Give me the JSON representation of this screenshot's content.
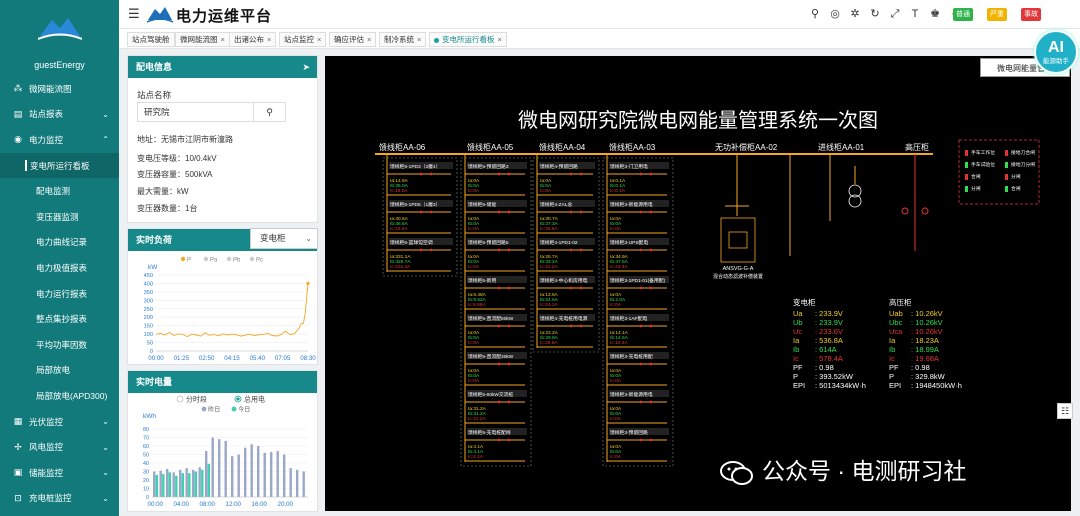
{
  "sidebar": {
    "user": "guestEnergy",
    "items": [
      {
        "label": "微网能流图",
        "icon": "network-icon",
        "expand": false
      },
      {
        "label": "站点报表",
        "icon": "report-icon",
        "expand": true
      },
      {
        "label": "电力监控",
        "icon": "power-monitor-icon",
        "expand": true
      }
    ],
    "sub_items": [
      "变电所运行看板",
      "配电监测",
      "变压器监测",
      "电力曲线记录",
      "电力极值报表",
      "电力运行报表",
      "整点集抄报表",
      "平均功率因数",
      "局部放电",
      "局部放电(APD300)"
    ],
    "bottom_items": [
      {
        "label": "光伏监控",
        "icon": "solar-icon"
      },
      {
        "label": "风电监控",
        "icon": "wind-icon"
      },
      {
        "label": "储能监控",
        "icon": "battery-icon"
      },
      {
        "label": "充电桩监控",
        "icon": "charger-icon"
      }
    ]
  },
  "header": {
    "title": "电力运维平台",
    "icons": [
      "search-icon",
      "target-icon",
      "settings-icon",
      "refresh-icon",
      "fullscreen-icon",
      "font-size-icon",
      "skin-icon",
      "user-icon"
    ],
    "status_chips": [
      {
        "label": "普通",
        "color": "#2fb24a"
      },
      {
        "label": "严重",
        "color": "#f2b300"
      },
      {
        "label": "事故",
        "color": "#e0383a"
      }
    ]
  },
  "tabs": [
    {
      "label": "站点驾驶舱",
      "closable": false
    },
    {
      "label": "微网能流图",
      "closable": true
    },
    {
      "label": "出诸公布",
      "closable": true
    },
    {
      "label": "站点监控",
      "closable": true
    },
    {
      "label": "确应评估",
      "closable": true
    },
    {
      "label": "制冷系统",
      "closable": true
    },
    {
      "label": "变电所运行看板",
      "closable": true,
      "active": true
    }
  ],
  "station_info": {
    "title": "配电信息",
    "name_label": "站点名称",
    "name_value": "研究院",
    "lines": [
      "地址：无锡市江阴市新潼路",
      "变电压等级：10/0.4kV",
      "变压器容量：500kVA",
      "最大需量：kW",
      "变压器数量：1台"
    ]
  },
  "load_panel": {
    "title": "实时负荷",
    "select_value": "变电柜",
    "legend": [
      "P",
      "Pa",
      "Pb",
      "Pc"
    ],
    "unit": "kW",
    "legend_colors": [
      "#f5a623",
      "#cccccc",
      "#cccccc",
      "#cccccc"
    ]
  },
  "energy_panel": {
    "title": "实时电量",
    "radio": [
      "分时段",
      "总用电"
    ],
    "legend": [
      "昨日",
      "今日"
    ],
    "unit": "kWh",
    "legend_colors": [
      "#9aa7c8",
      "#3fd0b0"
    ]
  },
  "chart_data": [
    {
      "type": "line",
      "title": "实时负荷",
      "ylabel": "kW",
      "x_ticks": [
        "00:00",
        "01:25",
        "02:50",
        "04:15",
        "05:40",
        "07:05",
        "08:30"
      ],
      "ylim": [
        0,
        450
      ],
      "y_ticks": [
        0,
        50,
        100,
        150,
        200,
        250,
        300,
        350,
        400,
        450
      ],
      "series": [
        {
          "name": "P",
          "color": "#f5a623",
          "x": [
            0,
            0.25,
            0.5,
            0.75,
            1,
            1.25,
            1.5,
            1.75,
            2,
            2.25,
            2.5,
            2.75,
            3,
            3.25,
            3.5,
            3.75,
            4,
            4.25,
            4.5,
            4.75,
            5,
            5.25,
            5.5,
            5.75,
            6,
            6.25,
            6.5,
            6.75,
            7,
            7.25,
            7.5,
            7.75,
            8,
            8.1,
            8.25,
            8.35,
            8.5
          ],
          "y": [
            98,
            104,
            95,
            110,
            92,
            102,
            98,
            85,
            100,
            95,
            88,
            108,
            93,
            97,
            90,
            102,
            95,
            100,
            96,
            88,
            94,
            100,
            91,
            96,
            98,
            105,
            92,
            89,
            97,
            118,
            96,
            103,
            135,
            160,
            165,
            230,
            400
          ]
        }
      ]
    },
    {
      "type": "bar",
      "title": "实时电量",
      "ylabel": "kWh",
      "x_ticks": [
        "00:00",
        "04:00",
        "08:00",
        "12:00",
        "16:00",
        "20:00"
      ],
      "ylim": [
        0,
        80
      ],
      "y_ticks": [
        0,
        10,
        20,
        30,
        40,
        50,
        60,
        70,
        80
      ],
      "categories": [
        "0",
        "1",
        "2",
        "3",
        "4",
        "5",
        "6",
        "7",
        "8",
        "9",
        "10",
        "11",
        "12",
        "13",
        "14",
        "15",
        "16",
        "17",
        "18",
        "19",
        "20",
        "21",
        "22",
        "23"
      ],
      "series": [
        {
          "name": "昨日",
          "color": "#9aa7c8",
          "values": [
            30,
            31,
            33,
            29,
            32,
            34,
            32,
            35,
            54,
            70,
            68,
            66,
            48,
            50,
            58,
            62,
            60,
            52,
            53,
            54,
            50,
            34,
            32,
            30
          ]
        },
        {
          "name": "今日",
          "color": "#3fd0b0",
          "values": [
            26,
            27,
            29,
            25,
            28,
            28,
            30,
            32,
            39,
            0,
            0,
            0,
            0,
            0,
            0,
            0,
            0,
            0,
            0,
            0,
            0,
            0,
            0,
            0
          ]
        }
      ]
    }
  ],
  "diagram": {
    "button": "微电网能量管理",
    "title": "微电网研究院微电网能量管理系统一次图",
    "cabinets": [
      "馈线柜AA-06",
      "馈线柜AA-05",
      "馈线柜AA-04",
      "馈线柜AA-03",
      "无功补偿柜AA-02",
      "进线柜AA-01",
      "高压柜"
    ],
    "svg_label": "ANSVG-G-A",
    "svg_sub": "混合动态滤波补偿装置",
    "legend": [
      "手车工作位",
      "手车试验位",
      "合闸",
      "分闸",
      "接地刀合闸",
      "接地刀分闸",
      "分闸",
      "合闸"
    ],
    "feeders": {
      "c06": [
        {
          "name": "馈线柜6-1PD3（2層4）",
          "la": "Ia:14.9A",
          "lb": "Ib:35.0A",
          "lc": "Ic:15.0A"
        },
        {
          "name": "馈线柜6-1PD5（1層3）",
          "la": "Ia:40.5A",
          "lb": "Ib:46.8A",
          "lc": "Ic:42.2A"
        },
        {
          "name": "馈线柜6-篮球馆空调",
          "la": "Ia:331.1A",
          "lb": "Ib:326.7A",
          "lc": "Ic:315.3A"
        }
      ],
      "c05": [
        {
          "name": "馈线柜5-预留回路3",
          "la": "Ia:0A",
          "lb": "Ib:0A",
          "lc": "Ic:0A"
        },
        {
          "name": "馈线柜5-储能",
          "la": "Ia:0A",
          "lb": "Ib:0A",
          "lc": "Ic:0A"
        },
        {
          "name": "馈线柜5-预留回路5",
          "la": "Ia:0A",
          "lb": "Ib:0A",
          "lc": "Ic:0A"
        },
        {
          "name": "馈线柜5-新用",
          "la": "Ia:6.48A",
          "lb": "Ib:8.62A",
          "lc": "Ic:8.88A"
        },
        {
          "name": "馈线柜5-直流配80kW",
          "la": "Ia:0A",
          "lb": "Ib:0A",
          "lc": "Ic:0A"
        },
        {
          "name": "馈线柜5-直流配30kW",
          "la": "Ia:0A",
          "lb": "Ib:0A",
          "lc": "Ic:0A"
        },
        {
          "name": "馈线柜5-60kW交流桩",
          "la": "Ia:31.2A",
          "lb": "Ib:31.2A",
          "lc": "Ic:31.2A"
        },
        {
          "name": "馈线柜5-充电桩配线",
          "la": "Ia:4.1A",
          "lb": "Ib:4.1A",
          "lc": "Ic:4.1A"
        }
      ],
      "c04": [
        {
          "name": "馈线柜4-预留回路",
          "la": "Ia:0A",
          "lb": "Ib:0A",
          "lc": "Ic:0A"
        },
        {
          "name": "馈线柜4-ZAL总",
          "la": "Ia:30.7A",
          "lb": "Ib:37.3A",
          "lc": "Ic:36.6A"
        },
        {
          "name": "馈线柜4-1PD1-02",
          "la": "Ia:26.7A",
          "lb": "Ib:33.2A",
          "lc": "Ic:31.2A"
        },
        {
          "name": "馈线柜4-中心机房用电",
          "la": "Ia:13.6A",
          "lb": "Ib:24.5A",
          "lc": "Ic:24.1A"
        },
        {
          "name": "馈线柜4-充电桩用电源",
          "la": "Ia:22.2A",
          "lb": "Ib:29.8A",
          "lc": "Ic:29.8A"
        }
      ],
      "c03": [
        {
          "name": "馈线柜3-门卫用电",
          "la": "Ia:0.1A",
          "lb": "Ib:0.1A",
          "lc": "Ic:0.1A"
        },
        {
          "name": "馈线柜3-新能源用电",
          "la": "Ia:0A",
          "lb": "Ib:0A",
          "lc": "Ic:0A"
        },
        {
          "name": "馈线柜3-UPS配电",
          "la": "Ia:34.9A",
          "lb": "Ib:47.5A",
          "lc": "Ic:43.3A"
        },
        {
          "name": "馈线柜3-1PD1-01(备用配)",
          "la": "Ia:0A",
          "lb": "Ib:2.0A",
          "lc": "Ic:0A"
        },
        {
          "name": "馈线柜3-1AP配电",
          "la": "Ia:14.1A",
          "lb": "Ib:14.5A",
          "lc": "Ic:14.3A"
        },
        {
          "name": "馈线柜3-充电桩用配",
          "la": "Ia:0A",
          "lb": "Ib:0A",
          "lc": "Ic:0A"
        },
        {
          "name": "馈线柜3-新能源用电",
          "la": "Ia:0A",
          "lb": "Ib:0A",
          "lc": "Ic:0A"
        },
        {
          "name": "馈线柜3-预留回路",
          "la": "Ia:0A",
          "lb": "Ib:0A",
          "lc": "Ic:0A"
        }
      ]
    },
    "lv_readings": {
      "title": "变电柜",
      "rows": [
        {
          "k": "Ua",
          "v": "233.9V",
          "color": "#f0d020"
        },
        {
          "k": "Ub",
          "v": "233.9V",
          "color": "#2fdf4f"
        },
        {
          "k": "Uc",
          "v": "233.6V",
          "color": "#e03535"
        },
        {
          "k": "Ia",
          "v": "536.8A",
          "color": "#f0d020"
        },
        {
          "k": "Ib",
          "v": "614A",
          "color": "#2fdf4f"
        },
        {
          "k": "Ic",
          "v": "578.4A",
          "color": "#e03535"
        },
        {
          "k": "PF",
          "v": "0.98",
          "color": "#ffffff"
        },
        {
          "k": "P",
          "v": "393.52kW",
          "color": "#ffffff"
        },
        {
          "k": "EPI",
          "v": "5013434kW·h",
          "color": "#ffffff"
        }
      ]
    },
    "hv_readings": {
      "title": "高压柜",
      "rows": [
        {
          "k": "Uab",
          "v": "10.26kV",
          "color": "#f0d020"
        },
        {
          "k": "Ubc",
          "v": "10.26kV",
          "color": "#2fdf4f"
        },
        {
          "k": "Uca",
          "v": "10.26kV",
          "color": "#e03535"
        },
        {
          "k": "Ia",
          "v": "18.23A",
          "color": "#f0d020"
        },
        {
          "k": "Ib",
          "v": "18.99A",
          "color": "#2fdf4f"
        },
        {
          "k": "Ic",
          "v": "19.68A",
          "color": "#e03535"
        },
        {
          "k": "PF",
          "v": "0.98",
          "color": "#ffffff"
        },
        {
          "k": "P",
          "v": "329.8kW",
          "color": "#ffffff"
        },
        {
          "k": "EPI",
          "v": "1948450kW·h",
          "color": "#ffffff"
        }
      ]
    }
  },
  "ai_badge": {
    "big": "AI",
    "small": "能源助手"
  },
  "watermark": "公众号 · 电测研习社"
}
